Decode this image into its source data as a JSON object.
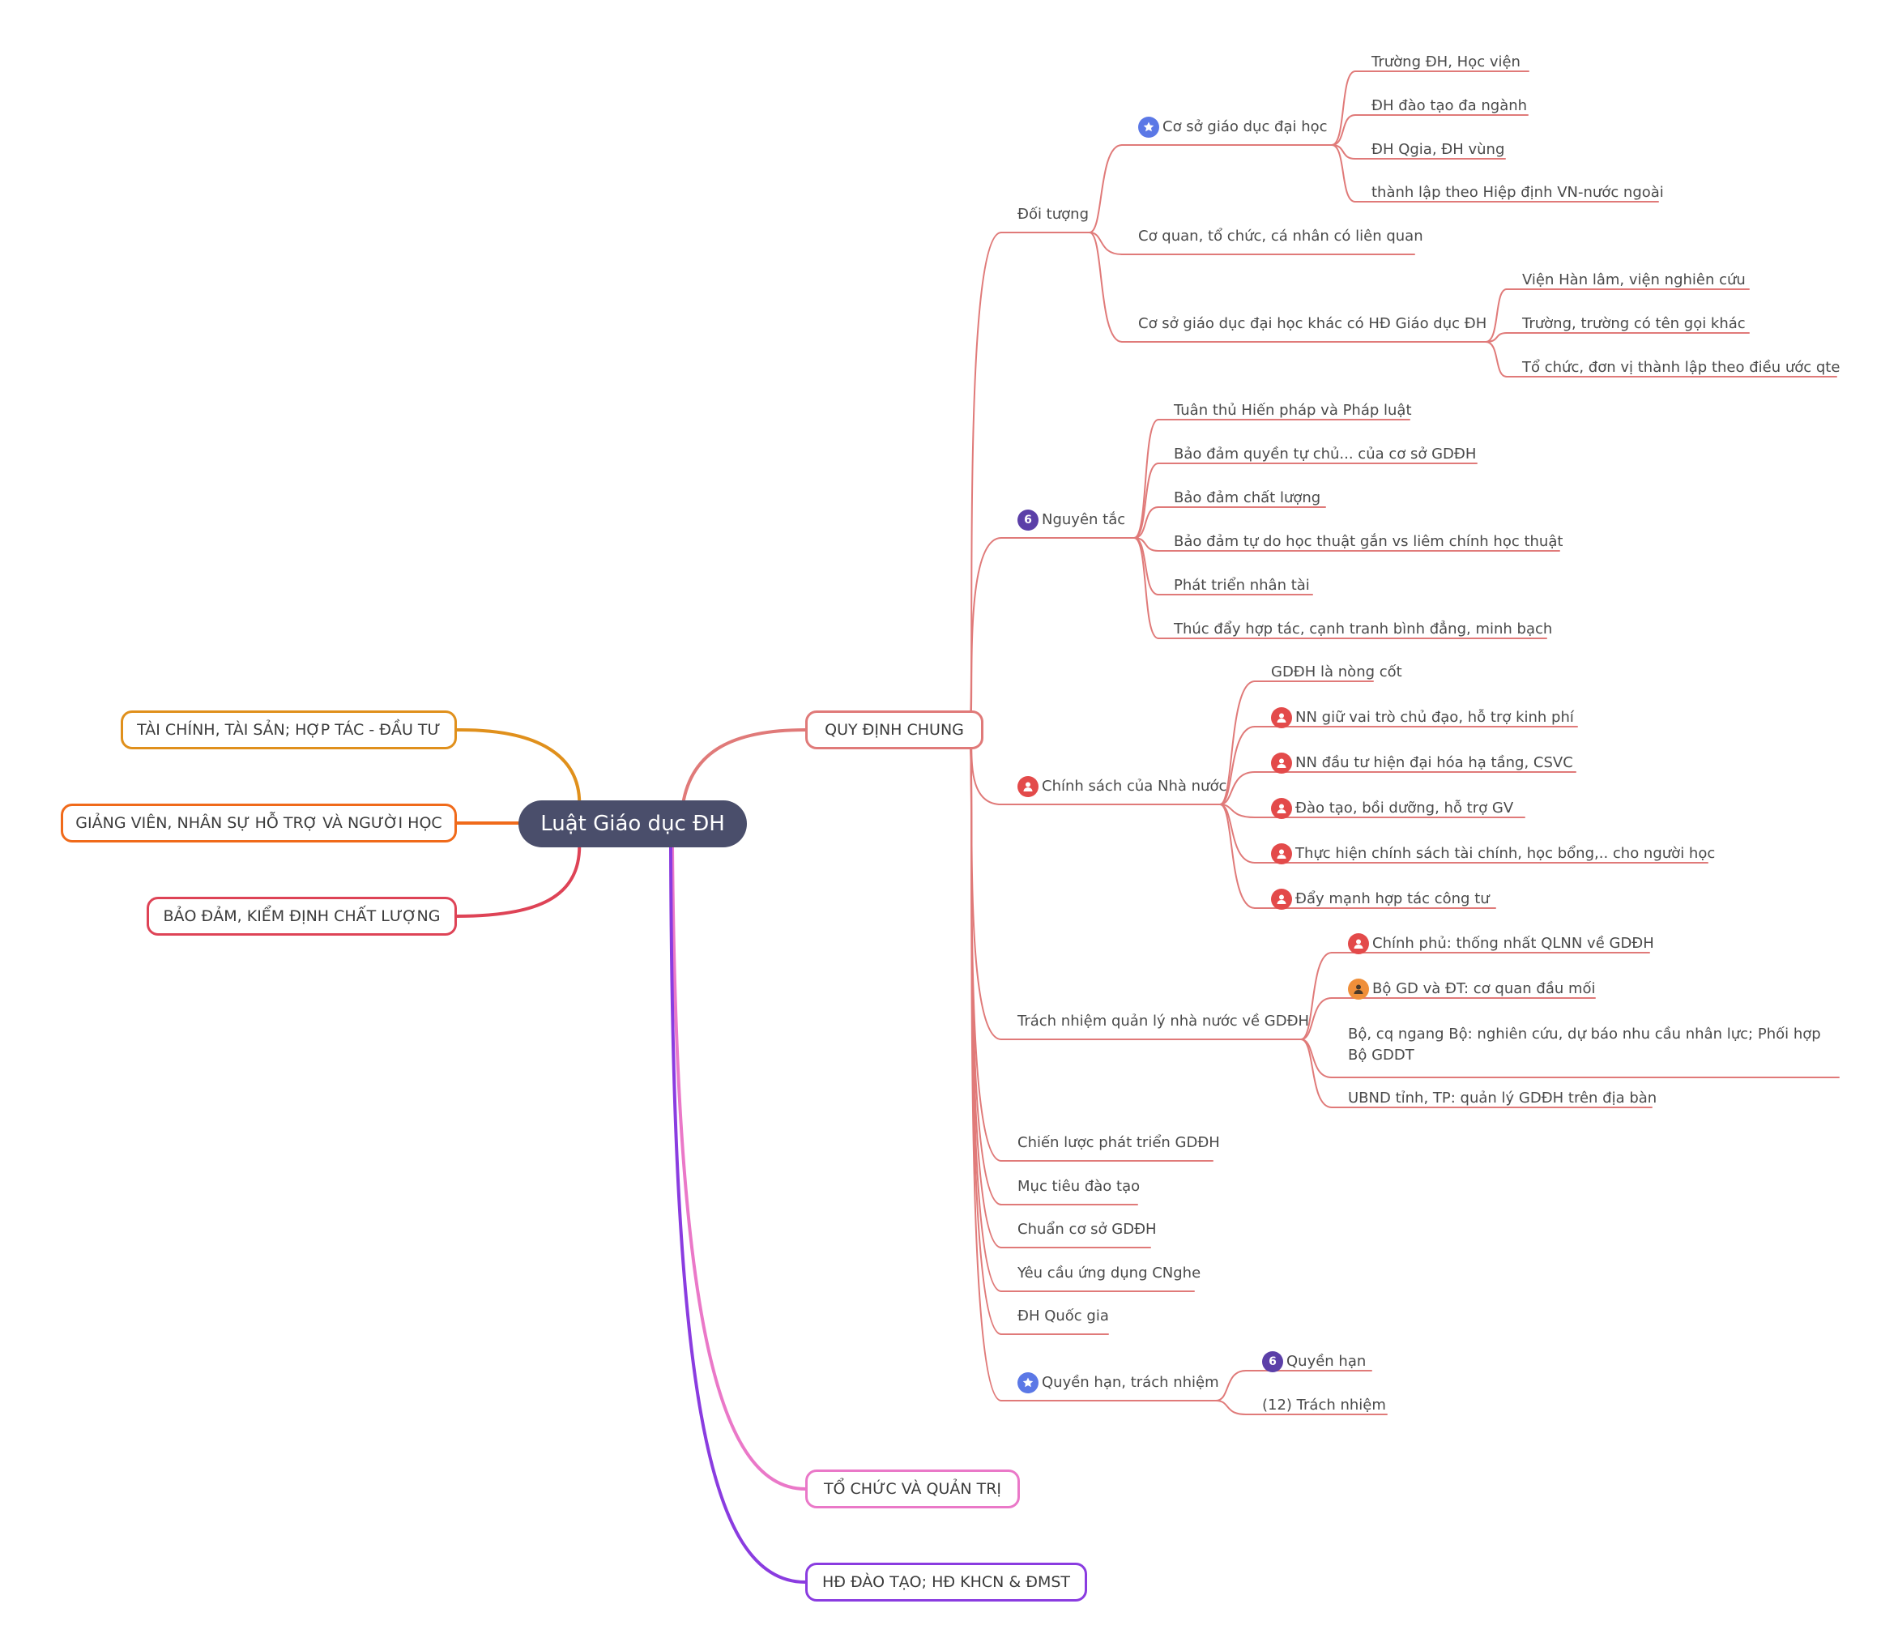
{
  "root": {
    "label": "Luật Giáo dục ĐH"
  },
  "colors": {
    "quy": "#e07a79",
    "taichinh": "#e0901c",
    "giangvien": "#f06a1a",
    "baodam": "#de4356",
    "tochuc": "#ea78c8",
    "hddaotao": "#8a3ce0"
  },
  "branches": {
    "taichinh": "TÀI CHÍNH, TÀI SẢN; HỢP TÁC - ĐẦU TƯ",
    "giangvien": "GIẢNG VIÊN, NHÂN SỰ HỖ TRỢ VÀ NGƯỜI HỌC",
    "baodam": "BẢO ĐẢM, KIỂM ĐỊNH CHẤT LƯỢNG",
    "quydinh": "QUY ĐỊNH CHUNG",
    "tochuc": "TỔ CHỨC VÀ QUẢN TRỊ",
    "hddaotao": "HĐ ĐÀO TẠO; HĐ KHCN & ĐMST"
  },
  "doituong": {
    "label": "Đối tượng",
    "coso": {
      "label": "Cơ sở giáo dục đại học",
      "icon": "star-icon",
      "items": [
        "Trường ĐH, Học viện",
        "ĐH đào tạo đa ngành",
        "ĐH Qgia, ĐH vùng",
        "thành lập theo Hiệp định VN-nước ngoài"
      ]
    },
    "coquan": "Cơ quan, tổ chức, cá nhân có liên quan",
    "khac": {
      "label": "Cơ sở giáo dục đại học khác có HĐ Giáo dục ĐH",
      "items": [
        "Viện Hàn lâm, viện nghiên cứu",
        "Trường, trường có tên gọi khác",
        "Tổ chức, đơn vị thành lập theo điều ước qte"
      ]
    }
  },
  "nguyentac": {
    "label": "Nguyên tắc",
    "badge": "6",
    "items": [
      "Tuân thủ Hiến pháp và Pháp luật",
      "Bảo đảm quyền tự chủ... của cơ sở GDĐH",
      "Bảo đảm chất lượng",
      "Bảo đảm tự do học thuật gắn vs liêm chính học thuật",
      "Phát triển nhân tài",
      "Thúc đẩy hợp tác, cạnh tranh bình đẳng, minh bạch"
    ]
  },
  "chinhsach": {
    "label": "Chính sách của Nhà nước",
    "icon": "person-icon",
    "items": [
      "GDĐH là nòng cốt",
      "NN giữ vai trò chủ đạo, hỗ trợ kinh phí",
      "NN đầu tư hiện đại hóa hạ tầng, CSVC",
      "Đào tạo, bồi dưỡng, hỗ trợ GV",
      "Thực hiện chính sách tài chính, học bổng,.. cho người học",
      "Đẩy mạnh hợp tác công tư"
    ]
  },
  "trachnhiem": {
    "label": "Trách nhiệm quản lý nhà nước về GDĐH",
    "items": [
      "Chính phủ: thống nhất QLNN về GDĐH",
      "Bộ GD và ĐT: cơ quan đầu mối",
      "Bộ, cq ngang Bộ: nghiên cứu, dự báo nhu cầu nhân lực; Phối hợp Bộ GDDT",
      "UBND tỉnh, TP: quản lý GDĐH trên địa bàn"
    ]
  },
  "others": [
    "Chiến lược phát triển GDĐH",
    "Mục tiêu đào tạo",
    "Chuẩn cơ sở GDĐH",
    "Yêu cầu ứng dụng CNghe",
    "ĐH Quốc gia"
  ],
  "quyenhan": {
    "label": "Quyền hạn, trách nhiệm",
    "icon": "star-icon",
    "items": [
      "Quyền hạn",
      "(12) Trách nhiệm"
    ],
    "badge": "6"
  }
}
